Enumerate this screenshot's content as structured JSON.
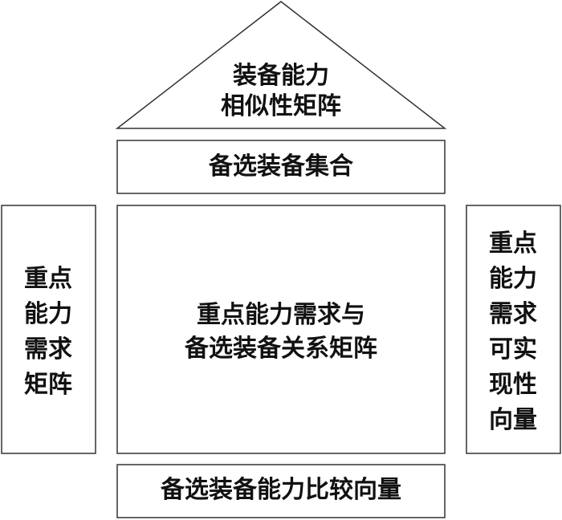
{
  "roof": {
    "lines": [
      "装备能力",
      "相似性矩阵"
    ]
  },
  "candidate_set": {
    "label": "备选装备集合"
  },
  "left_column": {
    "lines": [
      "重点",
      "能力",
      "需求",
      "矩阵"
    ]
  },
  "center_matrix": {
    "lines": [
      "重点能力需求与",
      "备选装备关系矩阵"
    ]
  },
  "right_column": {
    "lines": [
      "重点",
      "能力",
      "需求",
      "可实",
      "现性",
      "向量"
    ]
  },
  "base": {
    "label": "备选装备能力比较向量"
  },
  "colors": {
    "stroke": "#333333",
    "text": "#111111",
    "background": "#ffffff"
  }
}
